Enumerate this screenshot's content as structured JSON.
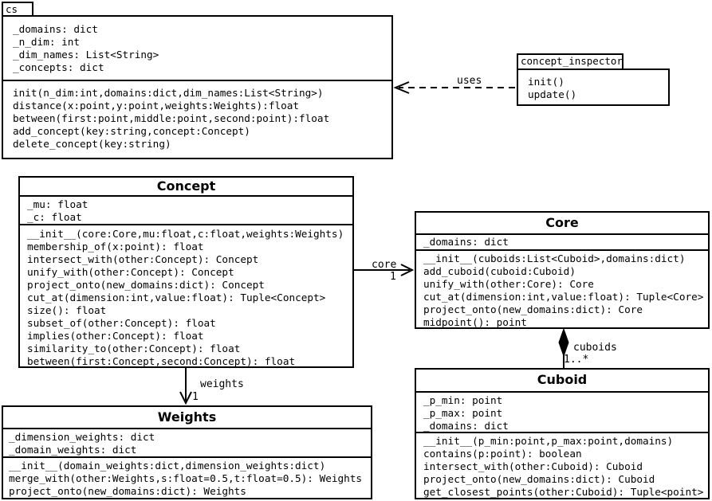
{
  "packages": {
    "cs": {
      "name": "cs",
      "attributes": [
        "_domains: dict",
        "_n_dim: int",
        "_dim_names: List<String>",
        "_concepts: dict"
      ],
      "methods": [
        "init(n_dim:int,domains:dict,dim_names:List<String>)",
        "distance(x:point,y:point,weights:Weights):float",
        "between(first:point,middle:point,second:point):float",
        "add_concept(key:string,concept:Concept)",
        "delete_concept(key:string)"
      ]
    },
    "concept_inspector": {
      "name": "concept_inspector",
      "methods": [
        "init()",
        "update()"
      ]
    }
  },
  "classes": {
    "concept": {
      "name": "Concept",
      "attributes": [
        "_mu: float",
        "_c: float"
      ],
      "methods": [
        "__init__(core:Core,mu:float,c:float,weights:Weights)",
        "membership_of(x:point): float",
        "intersect_with(other:Concept): Concept",
        "unify_with(other:Concept): Concept",
        "project_onto(new_domains:dict): Concept",
        "cut_at(dimension:int,value:float): Tuple<Concept>",
        "size(): float",
        "subset_of(other:Concept): float",
        "implies(other:Concept): float",
        "similarity_to(other:Concept): float",
        "between(first:Concept,second:Concept): float"
      ]
    },
    "core": {
      "name": "Core",
      "attributes": [
        "_domains: dict"
      ],
      "methods": [
        "__init__(cuboids:List<Cuboid>,domains:dict)",
        "add_cuboid(cuboid:Cuboid)",
        "unify_with(other:Core): Core",
        "cut_at(dimension:int,value:float): Tuple<Core>",
        "project_onto(new_domains:dict): Core",
        "midpoint(): point"
      ]
    },
    "cuboid": {
      "name": "Cuboid",
      "attributes": [
        "_p_min: point",
        "_p_max: point",
        "_domains: dict"
      ],
      "methods": [
        "__init__(p_min:point,p_max:point,domains)",
        "contains(p:point): boolean",
        "intersect_with(other:Cuboid): Cuboid",
        "project_onto(new_domains:dict): Cuboid",
        "get_closest_points(other:Cuboid): Tuple<point>"
      ]
    },
    "weights": {
      "name": "Weights",
      "attributes": [
        "_dimension_weights: dict",
        "_domain_weights: dict"
      ],
      "methods": [
        "__init__(domain_weights:dict,dimension_weights:dict)",
        "merge_with(other:Weights,s:float=0.5,t:float=0.5): Weights",
        "project_onto(new_domains:dict): Weights"
      ]
    }
  },
  "relationships": {
    "uses": {
      "type": "dashed-dependency",
      "from": "concept_inspector",
      "to": "cs",
      "label": "uses"
    },
    "core": {
      "type": "association",
      "from": "Concept",
      "to": "Core",
      "label": "core",
      "multiplicity": "1"
    },
    "weights": {
      "type": "association",
      "from": "Concept",
      "to": "Weights",
      "label": "weights",
      "multiplicity": "1"
    },
    "cuboids": {
      "type": "composition",
      "from": "Core",
      "to": "Cuboid",
      "label": "cuboids",
      "multiplicity": "1..*"
    }
  },
  "colors": {
    "stroke": "#000000",
    "background": "#ffffff"
  }
}
